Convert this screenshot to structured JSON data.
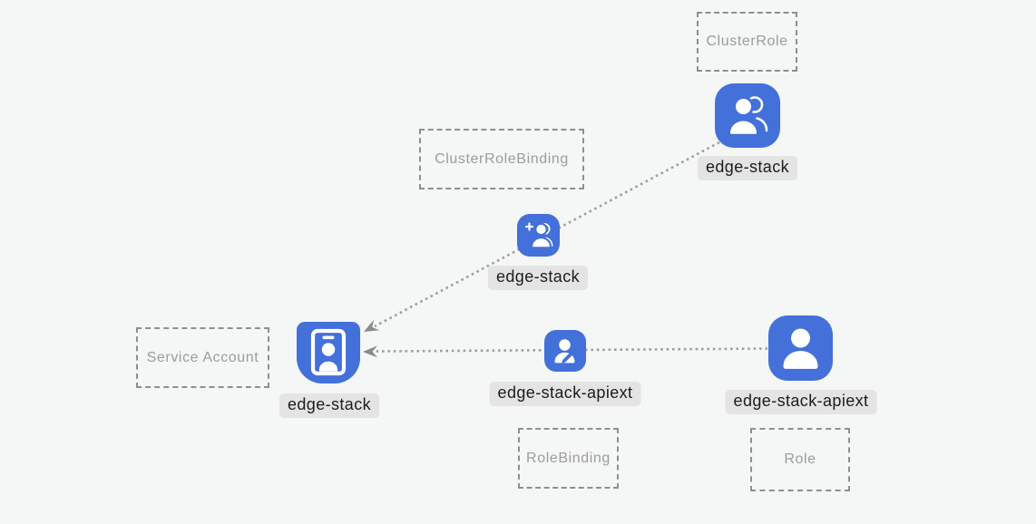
{
  "colors": {
    "background": "#f5f6f6",
    "node_blue": "#4370d9",
    "glyph_white": "#ffffff",
    "chip_bg": "#e4e4e4",
    "chip_text": "#1c1c1c",
    "dashed_border": "#8f8f8f",
    "kind_text": "#9c9c9c",
    "edge_dot": "#9e9e9e",
    "arrowhead": "#8a8a8a"
  },
  "nodes": {
    "clusterrole": {
      "kind": "ClusterRole",
      "name": "edge-stack",
      "icon": "users-icon"
    },
    "clusterrolebinding": {
      "kind": "ClusterRoleBinding",
      "name": "edge-stack",
      "icon": "user-plus-icon"
    },
    "serviceaccount": {
      "kind": "Service Account",
      "name": "edge-stack",
      "icon": "id-badge-icon"
    },
    "rolebinding": {
      "kind": "RoleBinding",
      "name": "edge-stack-apiext",
      "icon": "user-edit-icon"
    },
    "role": {
      "kind": "Role",
      "name": "edge-stack-apiext",
      "icon": "user-icon"
    }
  },
  "edges": [
    {
      "from": "clusterrole",
      "via": "clusterrolebinding",
      "to": "serviceaccount",
      "style": "dotted",
      "arrow": "at-target"
    },
    {
      "from": "role",
      "via": "rolebinding",
      "to": "serviceaccount",
      "style": "dotted",
      "arrow": "at-target"
    }
  ]
}
